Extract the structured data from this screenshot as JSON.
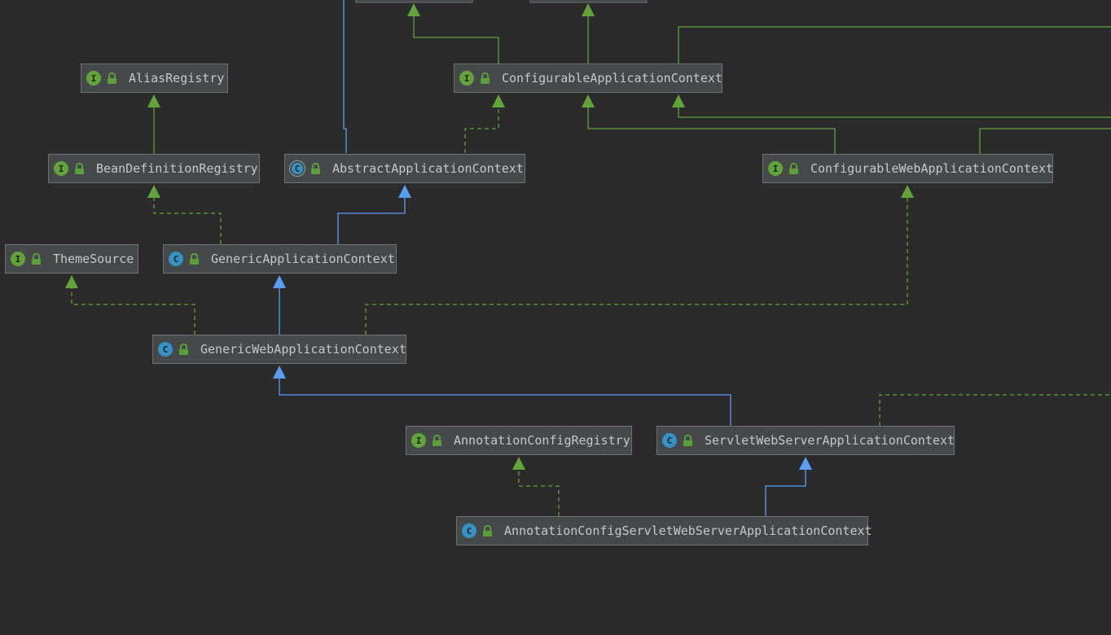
{
  "diagram": {
    "colors": {
      "background": "#2b2b2b",
      "interface_edge": "#62a33a",
      "class_edge": "#589df6",
      "node_fill": "#45494a"
    },
    "nodes": [
      {
        "id": "alias-registry",
        "label": "AliasRegistry",
        "kind": "I"
      },
      {
        "id": "configurable-application-context",
        "label": "ConfigurableApplicationContext",
        "kind": "I"
      },
      {
        "id": "bean-definition-registry",
        "label": "BeanDefinitionRegistry",
        "kind": "I"
      },
      {
        "id": "abstract-application-context",
        "label": "AbstractApplicationContext",
        "kind": "C"
      },
      {
        "id": "configurable-web-application-context",
        "label": "ConfigurableWebApplicationContext",
        "kind": "I"
      },
      {
        "id": "theme-source",
        "label": "ThemeSource",
        "kind": "I"
      },
      {
        "id": "generic-application-context",
        "label": "GenericApplicationContext",
        "kind": "C"
      },
      {
        "id": "generic-web-application-context",
        "label": "GenericWebApplicationContext",
        "kind": "C"
      },
      {
        "id": "annotation-config-registry",
        "label": "AnnotationConfigRegistry",
        "kind": "I"
      },
      {
        "id": "servlet-web-server-application-context",
        "label": "ServletWebServerApplicationContext",
        "kind": "C"
      },
      {
        "id": "annotation-config-servlet-web-server-application-context",
        "label": "AnnotationConfigServletWebServerApplicationContext",
        "kind": "C"
      }
    ]
  }
}
